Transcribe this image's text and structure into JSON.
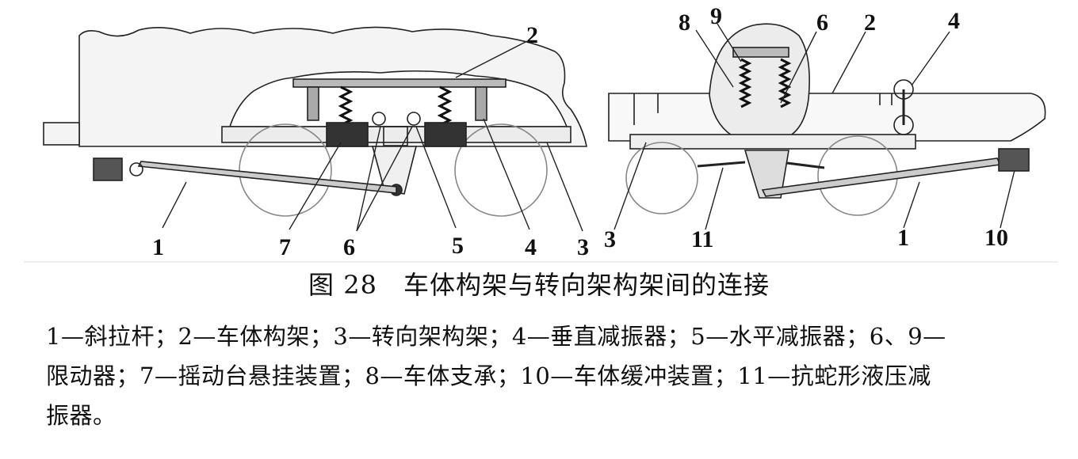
{
  "figure": {
    "caption": "图 28　车体构架与转向架构架间的连接",
    "legend_lines": [
      "1—斜拉杆；2—车体构架；3—转向架构架；4—垂直减振器；5—水平减振器；6、9—",
      "限动器；7—摇动台悬挂装置；8—车体支承；10—车体缓冲装置；11—抗蛇形液压减",
      "振器。"
    ],
    "left_view": {
      "callouts": [
        "1",
        "7",
        "6",
        "5",
        "4",
        "3",
        "2"
      ]
    },
    "right_view": {
      "callouts": [
        "3",
        "11",
        "1",
        "10",
        "8",
        "9",
        "6",
        "2",
        "4"
      ]
    }
  }
}
